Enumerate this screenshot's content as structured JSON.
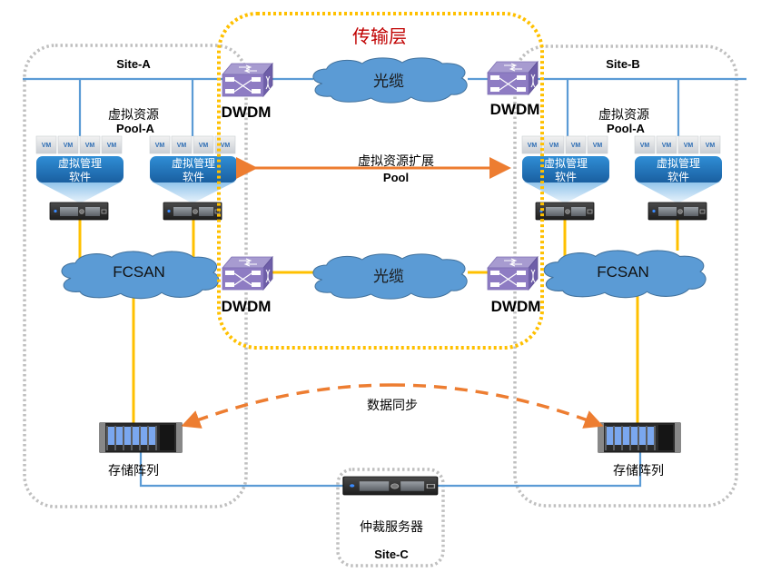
{
  "title": "传输层",
  "colors": {
    "title": "#C00000",
    "network_line": "#5B9BD5",
    "san_line": "#FFC000",
    "sync_arrow": "#ED7D31",
    "cloud": "#5B9BD5",
    "site_border": "#BFBFBF",
    "transport_border": "#FFC000",
    "dwdm": "#8E7CC3"
  },
  "sites": {
    "a": {
      "label": "Site-A",
      "pool_cn": "虚拟资源",
      "pool_en": "Pool-A",
      "storage_label": "存储阵列",
      "fcsan_label": "FCSAN"
    },
    "b": {
      "label": "Site-B",
      "pool_cn": "虚拟资源",
      "pool_en": "Pool-A",
      "storage_label": "存储阵列",
      "fcsan_label": "FCSAN"
    },
    "c": {
      "label": "Site-C",
      "server_label": "仲裁服务器"
    }
  },
  "transport": {
    "label": "传输层",
    "cloud_top": "光缆",
    "cloud_bottom": "光缆",
    "dwdm_labels": [
      "DWDM",
      "DWDM",
      "DWDM",
      "DWDM"
    ]
  },
  "host_group": {
    "vm_label": "VM",
    "vm_count": 4,
    "mgmt_line1": "虚拟管理",
    "mgmt_line2": "软件"
  },
  "pool_extension": {
    "label_cn": "虚拟资源扩展",
    "label_en": "Pool"
  },
  "data_sync": {
    "label": "数据同步"
  },
  "icons": {
    "dwdm": "optical-switch-icon",
    "server": "rack-server-icon",
    "storage": "storage-array-icon",
    "cloud": "cloud-icon"
  }
}
